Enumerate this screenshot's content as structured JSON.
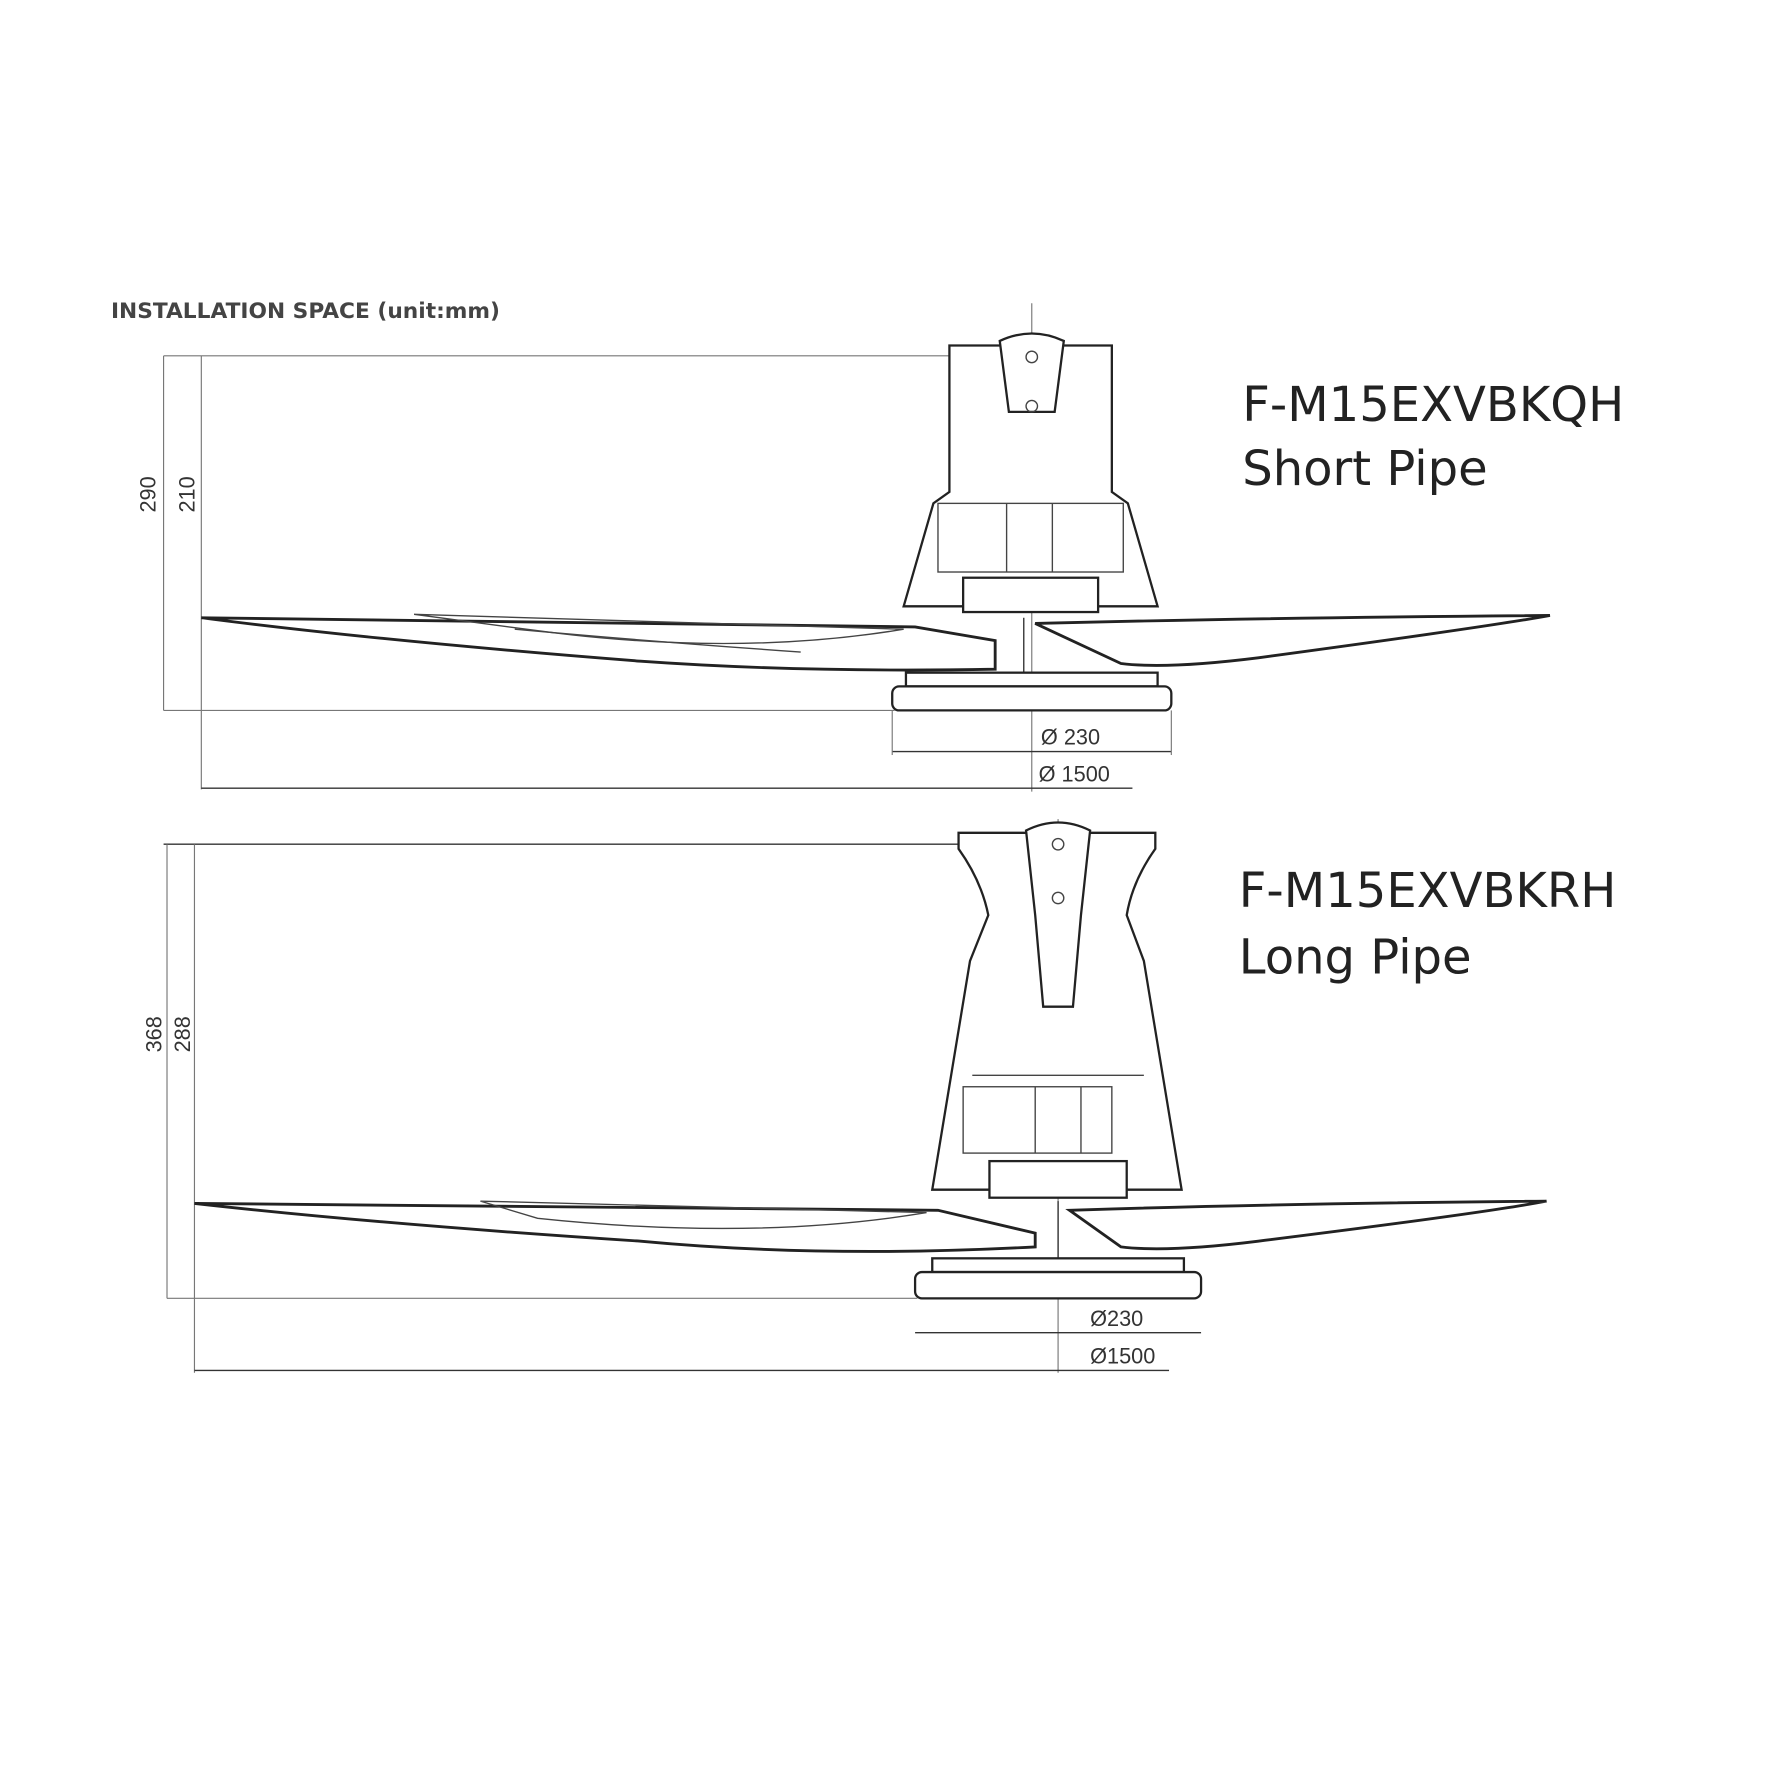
{
  "title": "INSTALLATION SPACE (unit:mm)",
  "fans": [
    {
      "model": "F-M15EXVBKQH",
      "variant": "Short Pipe",
      "dim_overall_height": "290",
      "dim_blade_height": "210",
      "dim_light_diameter": "Ø 230",
      "dim_sweep_diameter": "Ø 1500"
    },
    {
      "model": "F-M15EXVBKRH",
      "variant": "Long Pipe",
      "dim_overall_height": "368",
      "dim_blade_height": "288",
      "dim_light_diameter": "Ø230",
      "dim_sweep_diameter": "Ø1500"
    }
  ]
}
